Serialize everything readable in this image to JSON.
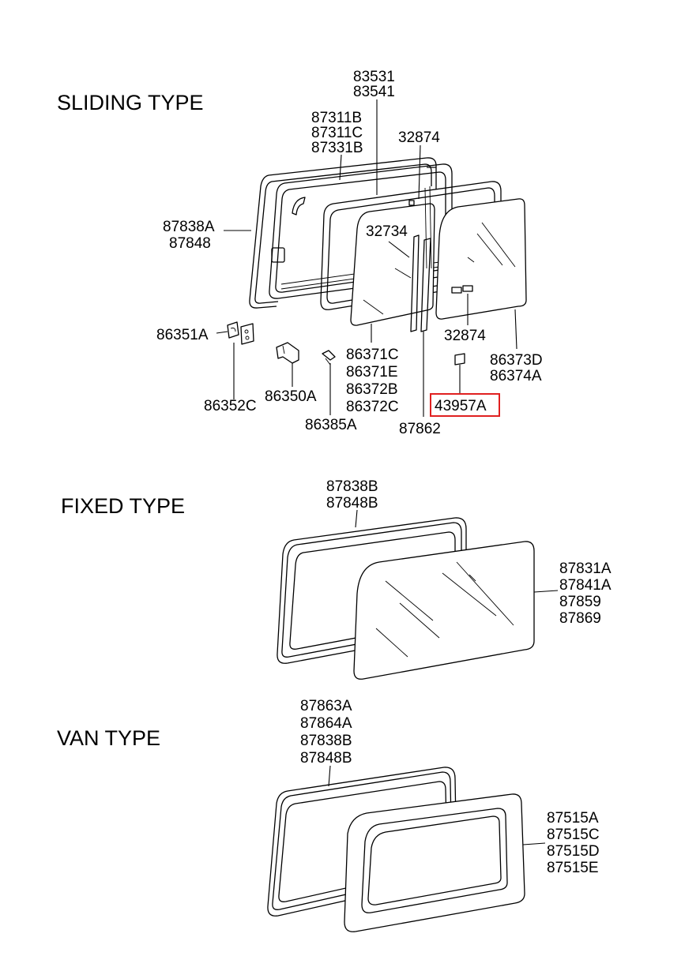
{
  "sections": {
    "sliding": "SLIDING TYPE",
    "fixed": "FIXED TYPE",
    "van": "VAN  TYPE"
  },
  "parts": {
    "p83531": "83531",
    "p83541": "83541",
    "p87311B": "87311B",
    "p87311C": "87311C",
    "p87331B": "87331B",
    "p32874_top": "32874",
    "p87838A": "87838A",
    "p87848": "87848",
    "p32734": "32734",
    "p32874_low": "32874",
    "p86351A": "86351A",
    "p86352C": "86352C",
    "p86350A": "86350A",
    "p86385A": "86385A",
    "p86371C": "86371C",
    "p86371E": "86371E",
    "p86372B": "86372B",
    "p86372C": "86372C",
    "p87862": "87862",
    "p43957A": "43957A",
    "p86373D": "86373D",
    "p86374A": "86374A",
    "p87838B_fixed": "87838B",
    "p87848B_fixed": "87848B",
    "p87831A": "87831A",
    "p87841A": "87841A",
    "p87859": "87859",
    "p87869": "87869",
    "p87863A": "87863A",
    "p87864A": "87864A",
    "p87838B_van": "87838B",
    "p87848B_van": "87848B",
    "p87515A": "87515A",
    "p87515C": "87515C",
    "p87515D": "87515D",
    "p87515E": "87515E"
  },
  "highlight": {
    "part": "43957A",
    "color": "#e02020"
  }
}
